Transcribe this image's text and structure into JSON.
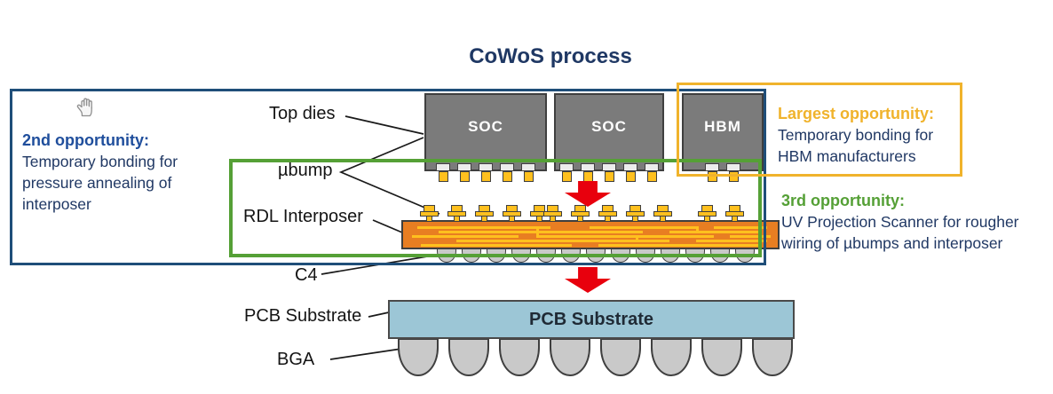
{
  "title": "CoWoS process",
  "colors": {
    "navy": "#1F4E79",
    "navyTitle": "#1F3864",
    "green": "#55A036",
    "gold": "#F0B32C",
    "red": "#E8000D",
    "chipGray": "#7B7B7B",
    "interposer": "#E87E22",
    "bumpGold": "#FFC01E",
    "pcbBlue": "#9CC6D6",
    "ballGray": "#C9C9C9",
    "edge": "#3F3F3F",
    "headBlue": "#1F4E9C",
    "bodyNavy": "#203864"
  },
  "diagram": {
    "labels": {
      "top_dies": "Top dies",
      "ubump": "µbump",
      "rdl_interposer": "RDL Interposer",
      "c4": "C4",
      "pcb_substrate": "PCB Substrate",
      "bga": "BGA"
    },
    "chips": [
      {
        "label": "SOC",
        "pads": 5
      },
      {
        "label": "SOC",
        "pads": 5
      },
      {
        "label": "HBM",
        "pads": 2
      }
    ],
    "pcb_label": "PCB Substrate",
    "c4_ball_count": 13,
    "bga_ball_count": 8
  },
  "annotations": {
    "second": {
      "heading": "2nd opportunity:",
      "body": "Temporary bonding for pressure annealing of interposer"
    },
    "largest": {
      "heading": "Largest opportunity:",
      "body": "Temporary bonding for HBM manufacturers"
    },
    "third": {
      "heading": "3rd opportunity:",
      "body": "UV Projection Scanner for rougher wiring of µbumps and interposer"
    }
  },
  "icons": {
    "hand_cursor": "hand-cursor"
  }
}
